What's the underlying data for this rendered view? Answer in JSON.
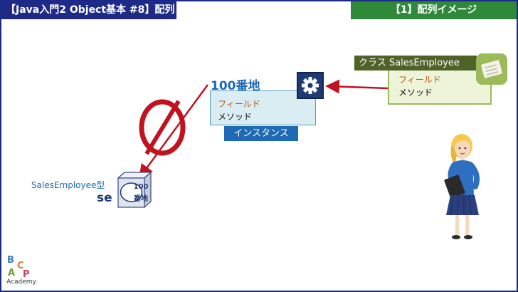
{
  "header": {
    "title": "【Java入門2 Object基本 #8】配列",
    "section": "【1】配列イメージ"
  },
  "class_card": {
    "title": "クラス SalesEmployee",
    "field": "フィールド",
    "method": "メソッド"
  },
  "instance": {
    "address": "100番地",
    "field": "フィールド",
    "method": "メソッド",
    "label": "インスタンス"
  },
  "variable": {
    "type": "SalesEmployee型",
    "name": "se",
    "address_line1": "100",
    "address_line2": "番地"
  },
  "logo": {
    "letters": [
      "B",
      "C",
      "A",
      "P"
    ],
    "name": "Academy"
  },
  "icons": {
    "class": "document-icon",
    "instance": "gear-icon",
    "null": "empty-set-symbol",
    "presenter": "presenter-illustration"
  },
  "colors": {
    "header_blue": "#1f2a87",
    "header_green": "#2e8a38",
    "class_green": "#4f6228",
    "instance_blue": "#1f6ab5",
    "arrow_red": "#c0131f",
    "field_orange": "#b85a12"
  }
}
